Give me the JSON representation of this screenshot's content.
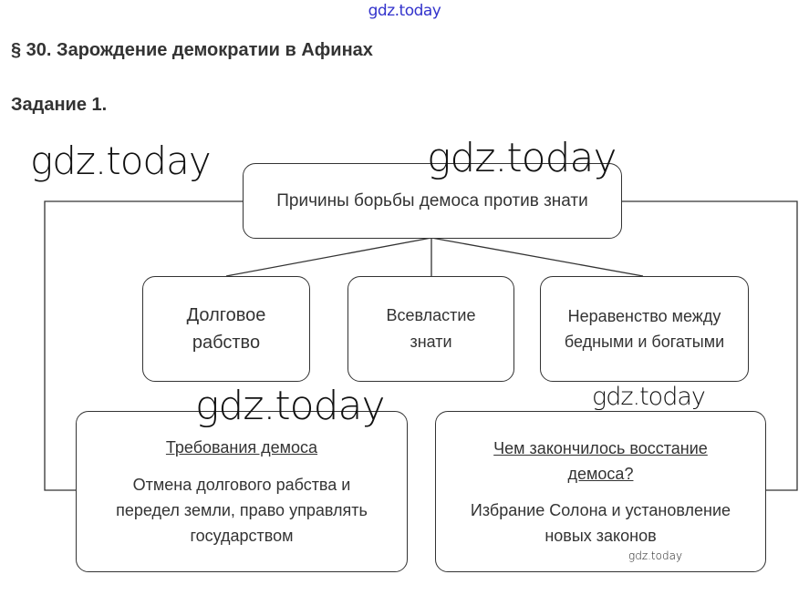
{
  "watermarks": {
    "top": "gdz.today",
    "large1": "gdz.today",
    "large2": "gdz.today",
    "large3": "gdz.today",
    "medium": "gdz.today",
    "small": "gdz.today"
  },
  "header": {
    "title": "§ 30. Зарождение демократии в Афинах",
    "task": "Задание 1."
  },
  "diagram": {
    "root": "Причины борьбы демоса против знати",
    "causes": [
      "Долговое рабство",
      "Всевластие знати",
      "Неравенство между бедными и богатыми"
    ],
    "demands": {
      "heading": "Требования демоса",
      "text": "Отмена долгового рабства и передел земли, право управлять государством"
    },
    "outcome": {
      "heading": "Чем закончилось восстание демоса?",
      "text": "Избрание Солона и установление новых законов"
    }
  }
}
